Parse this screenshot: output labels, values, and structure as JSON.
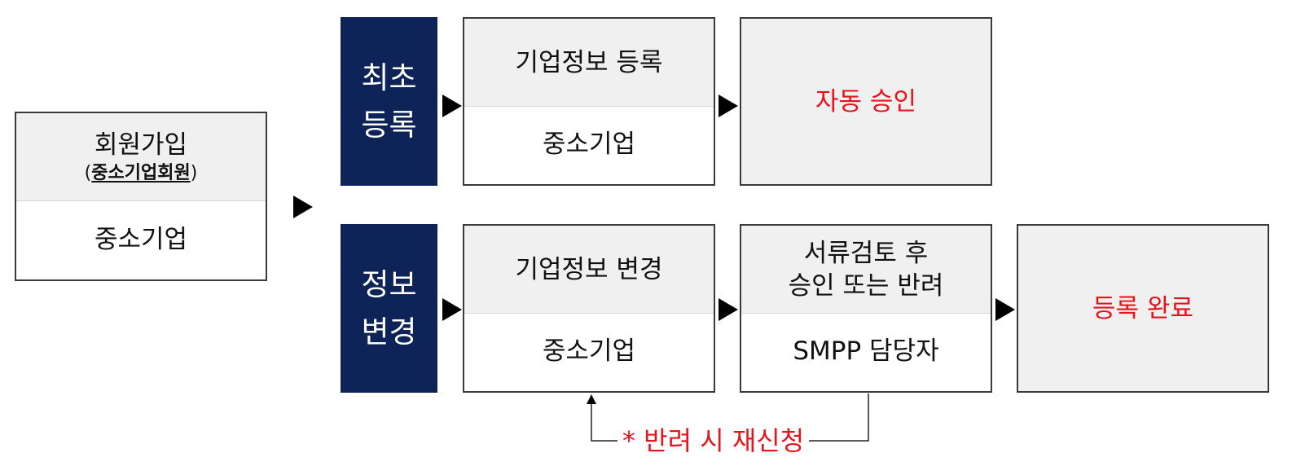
{
  "signup": {
    "title": "회원가입",
    "sub_open": "(",
    "sub_text": "중소기업회원",
    "sub_close": ")",
    "actor": "중소기업"
  },
  "initial_registration": {
    "tag_line1": "최초",
    "tag_line2": "등록",
    "step_title": "기업정보 등록",
    "step_actor": "중소기업",
    "result": "자동 승인"
  },
  "info_change": {
    "tag_line1": "정보",
    "tag_line2": "변경",
    "step_title": "기업정보 변경",
    "step_actor": "중소기업",
    "review_line1": "서류검토 후",
    "review_line2": "승인 또는 반려",
    "review_actor": "SMPP 담당자",
    "result": "등록 완료"
  },
  "feedback_note": "* 반려 시 재신청",
  "colors": {
    "navy_tag": "#0e2458",
    "result_text": "#e8141b",
    "box_header_bg": "#f0f0f0",
    "border": "#3a3a3a"
  }
}
